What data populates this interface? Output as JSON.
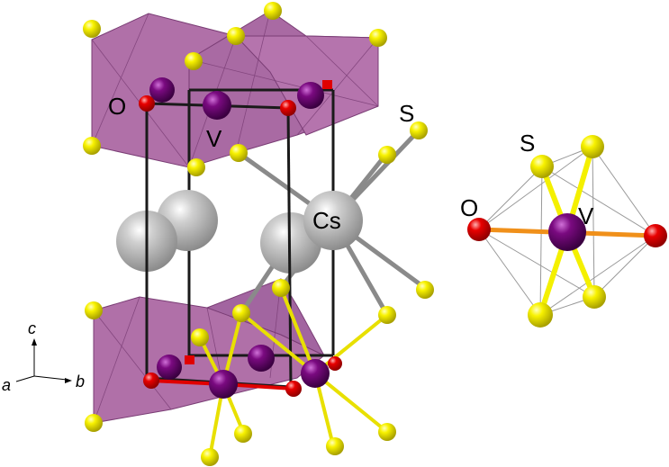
{
  "labels": {
    "oxygen": "O",
    "vanadium": "V",
    "sulfur": "S",
    "cesium": "Cs"
  },
  "axes": {
    "a": "a",
    "b": "b",
    "c": "c"
  },
  "colors": {
    "octahedron": "#b070a8",
    "octahedron_edge": "#7a3d75",
    "sulfur": "#f4f000",
    "oxygen": "#e00000",
    "vanadium": "#7a0a80",
    "cesium": "#c8c8c8",
    "cell_edge": "#1a1a1a",
    "v_o_bond": "#f0901a",
    "v_s_bond": "#f4f000"
  }
}
